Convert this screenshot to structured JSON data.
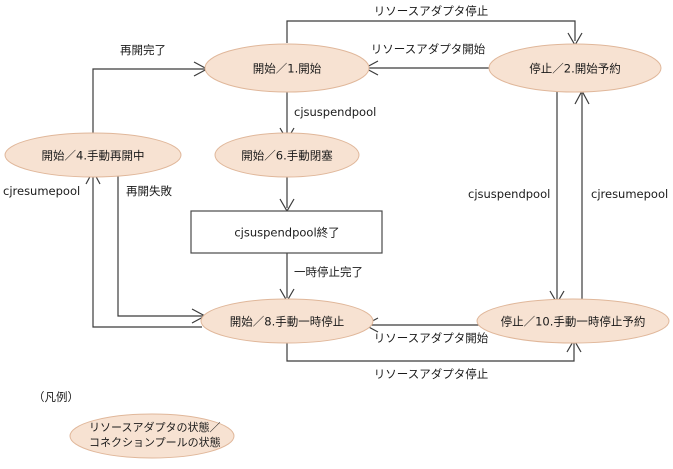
{
  "diagram": {
    "type": "state-transition-diagram",
    "background_color": "#ffffff",
    "node_fill_color": "#f7e2d2",
    "node_stroke_color": "#e0b79a",
    "connector_color": "#3b3b3b",
    "nodes": [
      {
        "id": "n1",
        "shape": "ellipse",
        "label": "開始／1.開始"
      },
      {
        "id": "n2",
        "shape": "ellipse",
        "label": "停止／2.開始予約"
      },
      {
        "id": "n4",
        "shape": "ellipse",
        "label": "開始／4.手動再開中"
      },
      {
        "id": "n6",
        "shape": "ellipse",
        "label": "開始／6.手動閉塞"
      },
      {
        "id": "n8",
        "shape": "ellipse",
        "label": "開始／8.手動一時停止"
      },
      {
        "id": "n10",
        "shape": "ellipse",
        "label": "停止／10.手動一時停止予約"
      },
      {
        "id": "nbox",
        "shape": "rectangle",
        "label": "cjsuspendpool終了"
      }
    ],
    "edge_labels": {
      "ra_stop_top": "リソースアダプタ停止",
      "ra_start_top": "リソースアダプタ開始",
      "resume_complete": "再開完了",
      "cjsuspendpool_center": "cjsuspendpool",
      "cjresumepool_left": "cjresumepool",
      "resume_failed": "再開失敗",
      "cjsuspendpool_right": "cjsuspendpool",
      "cjresumepool_right": "cjresumepool",
      "pause_complete": "一時停止完了",
      "ra_start_bottom": "リソースアダプタ開始",
      "ra_stop_bottom": "リソースアダプタ停止"
    }
  },
  "legend": {
    "caption": "（凡例）",
    "line1": "リソースアダプタの状態／",
    "line2": "コネクションプールの状態"
  }
}
